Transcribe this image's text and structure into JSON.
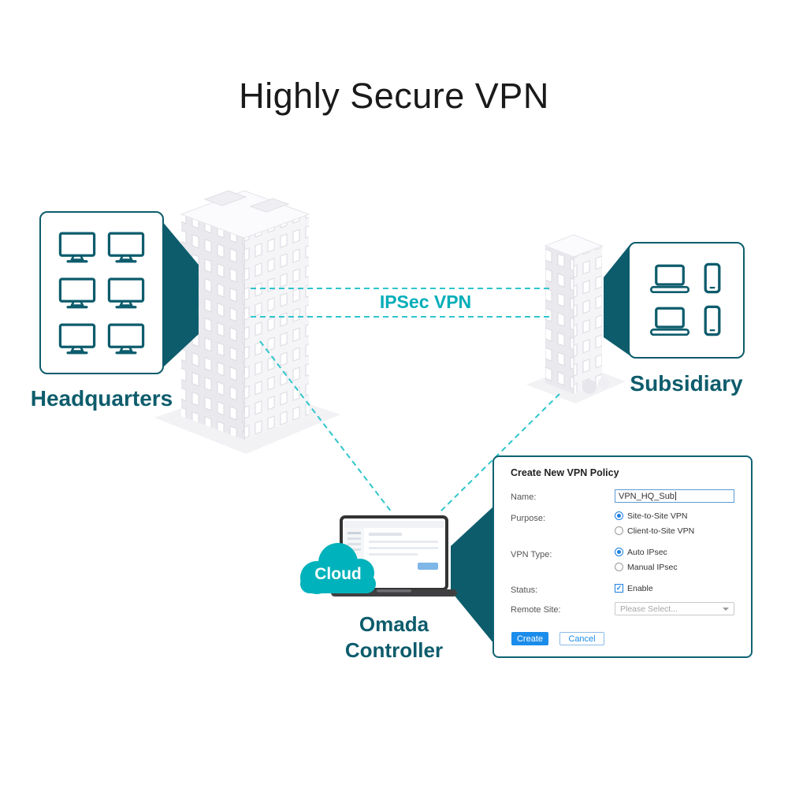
{
  "title": "Highly Secure VPN",
  "colors": {
    "accent_teal": "#00aeb9",
    "dark_teal": "#0d5c6c",
    "dash_teal": "#2fc6cc",
    "form_blue": "#1b8ceb"
  },
  "diagram": {
    "headquarters": {
      "label": "Headquarters",
      "icon": "monitor-icon",
      "icon_count": 6
    },
    "subsidiary": {
      "label": "Subsidiary",
      "icons": [
        "laptop-icon",
        "smartphone-icon",
        "laptop-icon",
        "smartphone-icon"
      ]
    },
    "vpn_link": {
      "label": "IPSec VPN",
      "style": "dashed-teal"
    },
    "cloud": {
      "label": "Cloud"
    },
    "controller": {
      "label": "Omada Controller"
    }
  },
  "form": {
    "title": "Create New VPN Policy",
    "name": {
      "label": "Name:",
      "value": "VPN_HQ_Sub"
    },
    "purpose": {
      "label": "Purpose:",
      "options": [
        "Site-to-Site VPN",
        "Client-to-Site VPN"
      ],
      "selected": "Site-to-Site VPN"
    },
    "vpn_type": {
      "label": "VPN Type:",
      "options": [
        "Auto IPsec",
        "Manual IPsec"
      ],
      "selected": "Auto IPsec"
    },
    "status": {
      "label": "Status:",
      "option": "Enable",
      "checked": true
    },
    "remote_site": {
      "label": "Remote Site:",
      "placeholder": "Please Select..."
    },
    "buttons": {
      "create": "Create",
      "cancel": "Cancel"
    }
  }
}
